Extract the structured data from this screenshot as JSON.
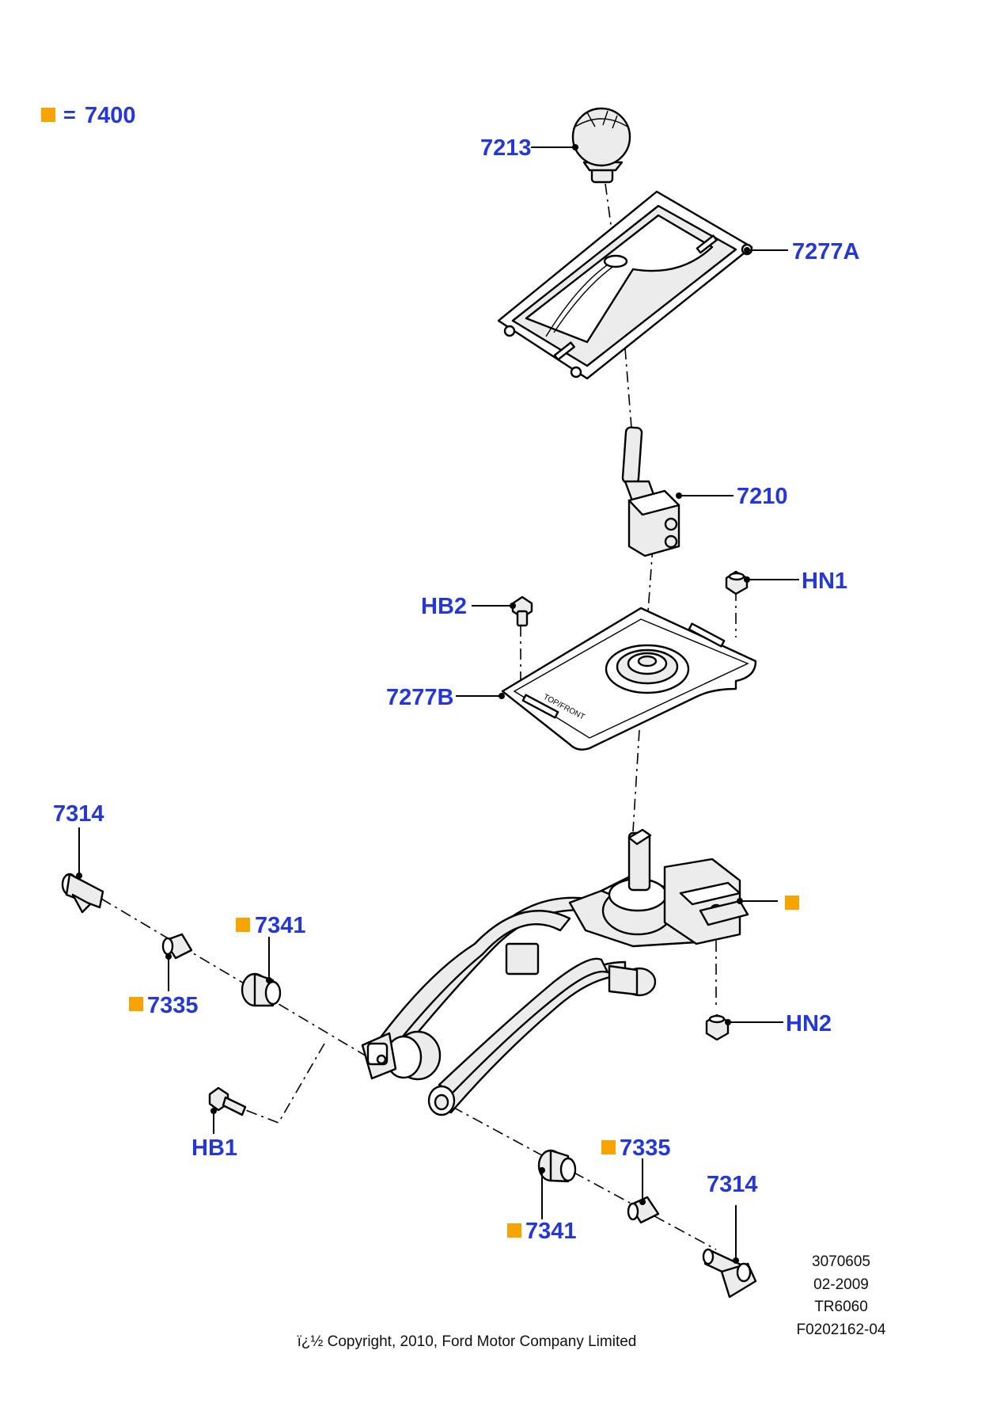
{
  "legend": {
    "marker_color": "#f7a400",
    "equals": "=",
    "code": "7400"
  },
  "callouts": {
    "knob": "7213",
    "boot_upper": "7277A",
    "lever": "7210",
    "nut_top": "HN1",
    "bolt_top": "HB2",
    "boot_lower": "7277B",
    "end_left": "7314",
    "bush_left": "7341",
    "clip_left": "7335",
    "nut_bottom": "HN2",
    "bolt_bottom": "HB1",
    "clip_right": "7335",
    "end_right": "7314",
    "bush_right": "7341"
  },
  "colors": {
    "callout_text": "#2437d8",
    "marker": "#f7a400"
  },
  "footer": {
    "ref_number": "3070605",
    "date": "02-2009",
    "model": "TR6060",
    "figure_id": "F0202162-04",
    "copyright": "ï¿½ Copyright, 2010, Ford Motor Company Limited"
  }
}
